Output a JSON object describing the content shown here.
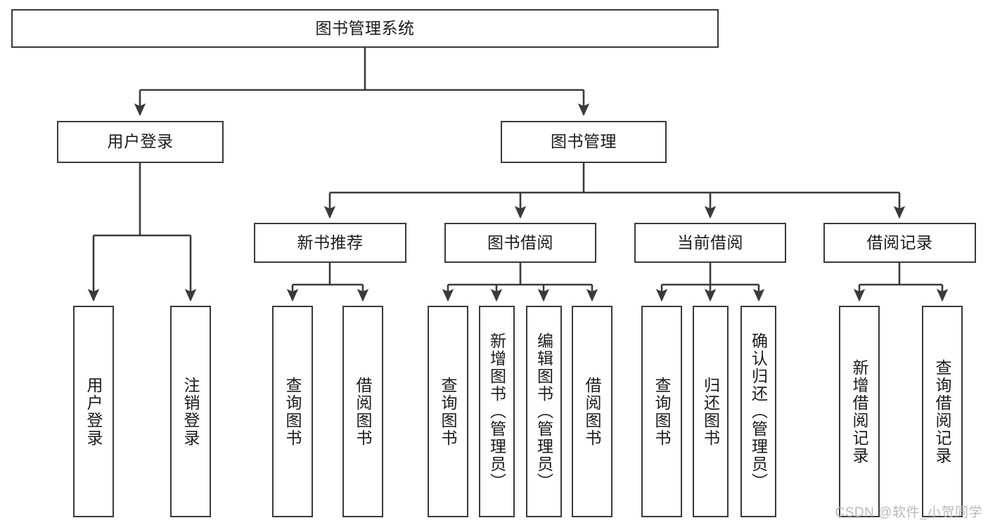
{
  "diagram": {
    "title": "图书管理系统",
    "type": "tree-structure-chart",
    "watermark": "CSDN @软件_小贺同学",
    "colors": {
      "stroke": "#3a3a3a",
      "fill": "#ffffff",
      "text": "#1b1b1b",
      "watermark": "#b9b9b9"
    },
    "root": {
      "label": "图书管理系统"
    },
    "level2": [
      {
        "label": "用户登录"
      },
      {
        "label": "图书管理"
      }
    ],
    "level3": [
      {
        "label": "新书推荐"
      },
      {
        "label": "图书借阅"
      },
      {
        "label": "当前借阅"
      },
      {
        "label": "借阅记录"
      }
    ],
    "leaves": {
      "user_login": [
        {
          "label": "用户登录"
        },
        {
          "label": "注销登录"
        }
      ],
      "new_book_recommend": [
        {
          "label": "查询图书"
        },
        {
          "label": "借阅图书"
        }
      ],
      "book_borrow": [
        {
          "label": "查询图书"
        },
        {
          "label": "新增图书（管理员）"
        },
        {
          "label": "编辑图书（管理员）"
        },
        {
          "label": "借阅图书"
        }
      ],
      "current_borrow": [
        {
          "label": "查询图书"
        },
        {
          "label": "归还图书"
        },
        {
          "label": "确认归还（管理员）"
        }
      ],
      "borrow_record": [
        {
          "label": "新增借阅记录"
        },
        {
          "label": "查询借阅记录"
        }
      ]
    }
  }
}
